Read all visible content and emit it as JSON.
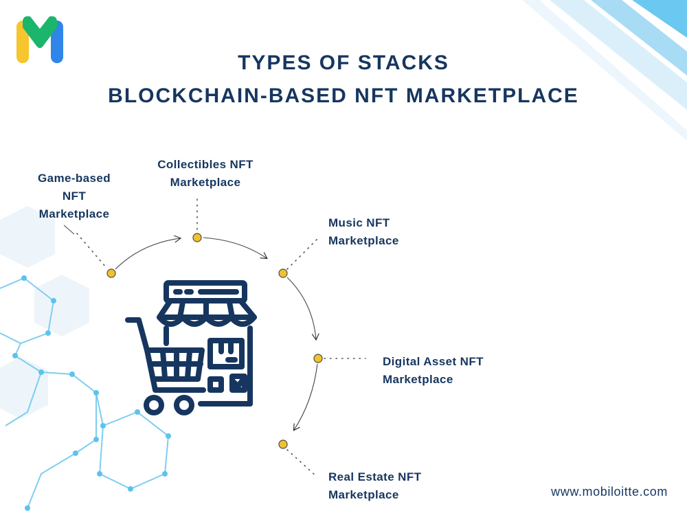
{
  "title": {
    "line1": "TYPES OF STACKS",
    "line2": "BLOCKCHAIN-BASED NFT MARKETPLACE"
  },
  "items": [
    {
      "line1": "Game-based",
      "line2": "NFT",
      "line3": "Marketplace"
    },
    {
      "line1": "Collectibles NFT",
      "line2": "Marketplace"
    },
    {
      "line1": "Music NFT",
      "line2": "Marketplace"
    },
    {
      "line1": "Digital Asset NFT",
      "line2": "Marketplace"
    },
    {
      "line1": "Real Estate NFT",
      "line2": "Marketplace"
    }
  ],
  "footer": {
    "url": "www.mobiloitte.com"
  },
  "colors": {
    "primary": "#16365f",
    "dot": "#f2c12e",
    "accent_light": "#5cc3ef",
    "logo_green": "#1bb56b",
    "logo_yellow": "#f7c52d",
    "logo_blue": "#2f86e8"
  },
  "icons": {
    "logo": "mobiloitte-m-logo",
    "center": "shop-with-cart-icon"
  }
}
